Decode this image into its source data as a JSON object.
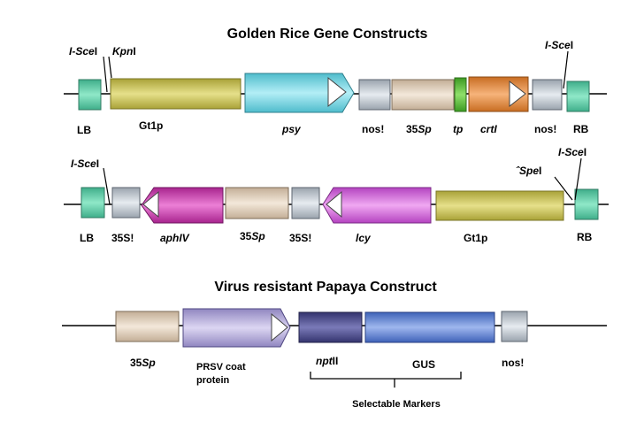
{
  "titles": {
    "golden_rice": "Golden Rice Gene Constructs",
    "papaya": "Virus resistant Papaya Construct"
  },
  "construct1": {
    "sites": {
      "i_scei_left": "I-Sce",
      "i_scei_left_suffix": "I",
      "kpni": "Kpn",
      "kpni_suffix": "I",
      "i_scei_right": "I-Sce",
      "i_scei_right_suffix": "I"
    },
    "labels": {
      "lb": "LB",
      "gt1p": "Gt1p",
      "psy": "psy",
      "nos1": "nos!",
      "p35s_a": "35",
      "p35s_b": "Sp",
      "tp": "tp",
      "crti": "crtI",
      "nos2": "nos!",
      "rb": "RB"
    }
  },
  "construct2": {
    "sites": {
      "i_scei_left": "I-Sce",
      "i_scei_left_suffix": "I",
      "spei": "ˆSpe",
      "spei_suffix": "I",
      "i_scei_right": "I-Sce",
      "i_scei_right_suffix": "I"
    },
    "labels": {
      "lb": "LB",
      "t35s_1": "35S!",
      "aphiv": "aphIV",
      "p35s_a": "35",
      "p35s_b": "Sp",
      "t35s_2": "35S!",
      "lcy": "lcy",
      "gt1p": "Gt1p",
      "rb": "RB"
    }
  },
  "construct3": {
    "labels": {
      "p35s_a": "35",
      "p35s_b": "Sp",
      "prsv_line1": "PRSV coat",
      "prsv_line2": "protein",
      "nptii_a": "npt",
      "nptii_b": "II",
      "gus": "GUS",
      "nos": "nos!",
      "selectable": "Selectable Markers"
    }
  },
  "colors": {
    "border_teal": "#2f7a62",
    "teal": "#5ecfa8",
    "olive": "#c8c25a",
    "cyan": "#6fd6e6",
    "gray": "#b9c0c8",
    "tan": "#dccbb6",
    "green": "#5fbf3c",
    "orange": "#e08a3c",
    "magenta": "#cf3fb0",
    "violet": "#d56ad8",
    "lavender": "#b7aedb",
    "navy": "#4a4a8e",
    "blue": "#5b7fd6"
  }
}
